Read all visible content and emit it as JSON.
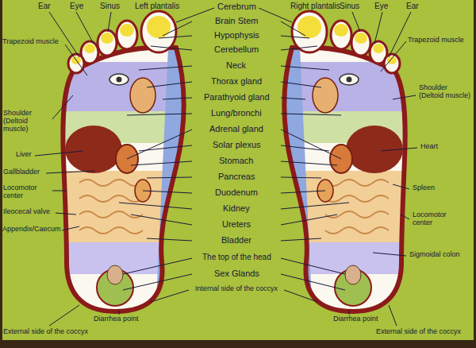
{
  "diagram": {
    "labels": [
      "Ear",
      "Eye",
      "Sinus",
      "Left plantalis",
      "Cerebrum",
      "Right plantalis",
      "Sinus",
      "Eye",
      "Ear",
      "Trapezoid muscle",
      "Trapezoid muscle",
      "Brain Stem",
      "Hypophysis",
      "Cerebellum",
      "Neck",
      "Thorax gland",
      "Parathyoid gland",
      "Lung/bronchi",
      "Adrenal gland",
      "Solar plexus",
      "Stomach",
      "Pancreas",
      "Duodenum",
      "Kidney",
      "Ureters",
      "Bladder",
      "The top of the head",
      "Sex Glands",
      "Internal side of the coccyx",
      "Shoulder (Deltoid muscle)",
      "Liver",
      "Gallbladder",
      "Locomotor center",
      "Ileocecal valve",
      "Appendix/Caecum",
      "External side of the coccyx",
      "Diarrhea point",
      "Shoulder (Deltoid muscle)",
      "Heart",
      "Spleen",
      "Locomotor center",
      "Sigmoidal colon",
      "Diarrhea point",
      "External side of the coccyx"
    ]
  }
}
